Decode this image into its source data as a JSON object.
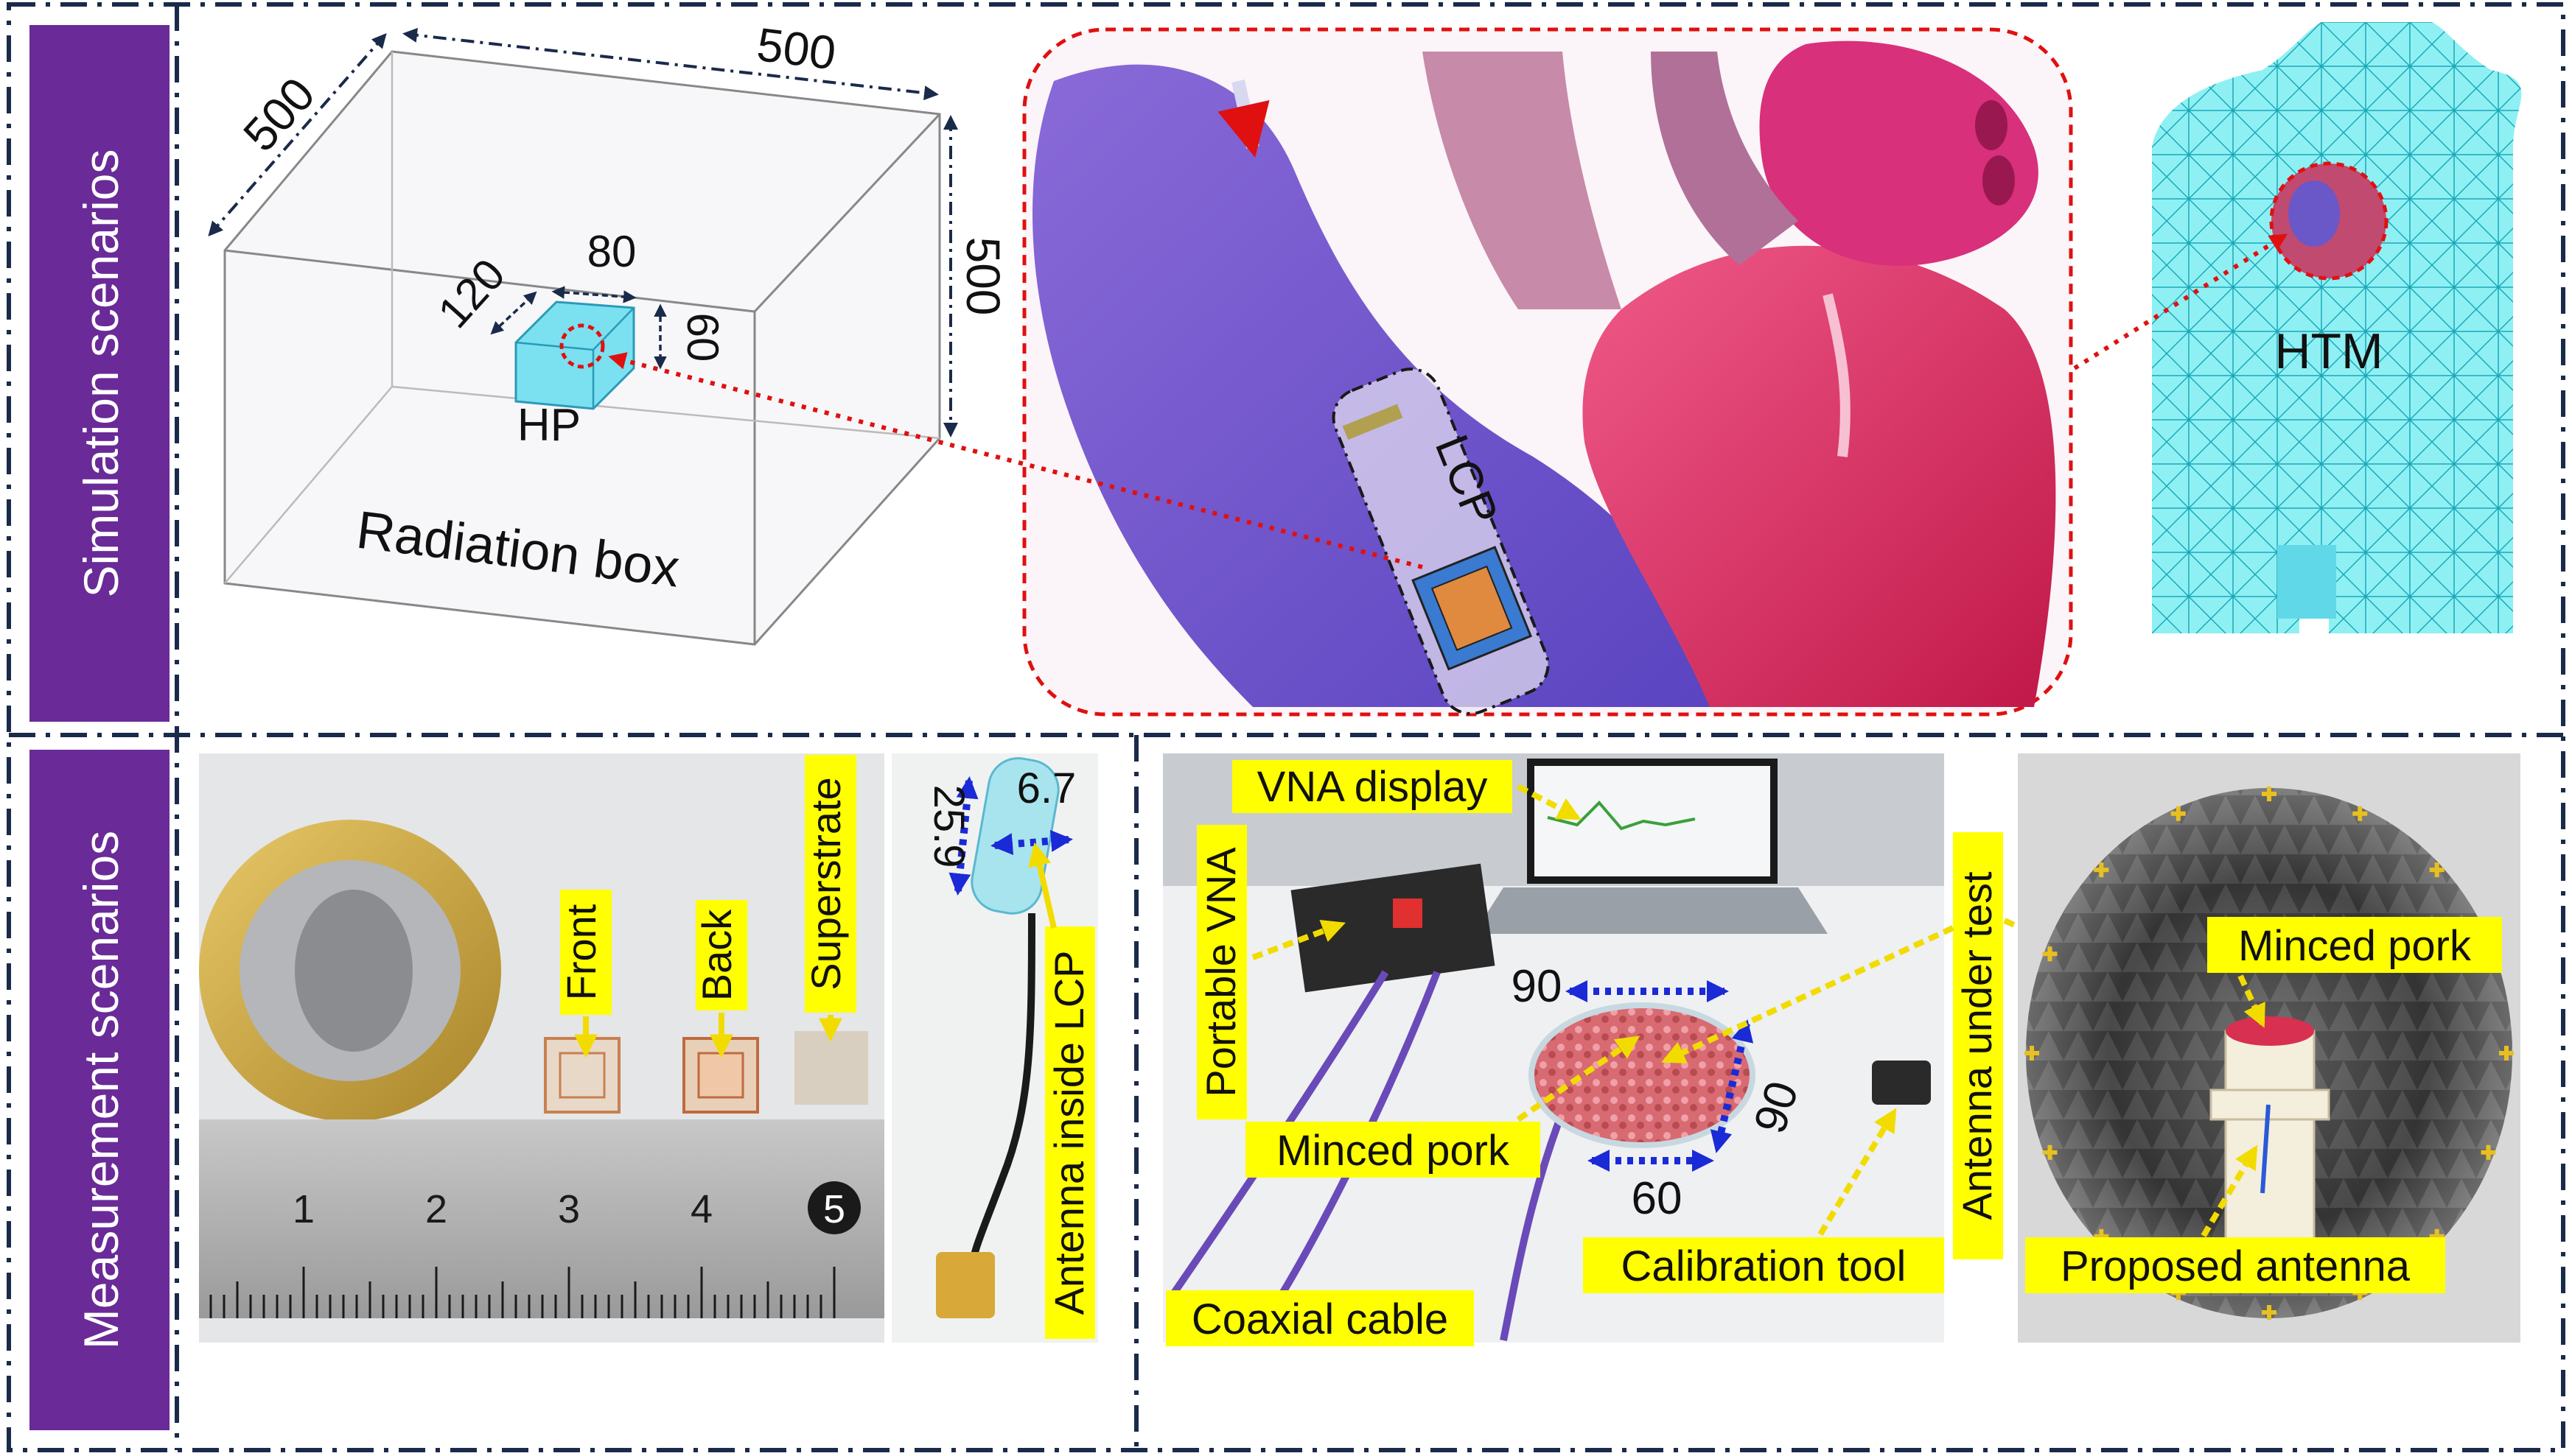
{
  "sections": {
    "simulation": "Simulation scenarios",
    "measurement": "Measurement  scenarios"
  },
  "radiation_box": {
    "dim_depth": "500",
    "dim_width": "500",
    "dim_height": "500",
    "hp_width": "80",
    "hp_depth": "120",
    "hp_height": "60",
    "hp_label": "HP",
    "box_label": "Radiation box"
  },
  "heart": {
    "lcp_label": "LCP"
  },
  "body": {
    "htm_label": "HTM"
  },
  "sample_photo": {
    "front": "Front",
    "back": "Back",
    "superstrate": "Superstrate",
    "ruler": [
      "1",
      "2",
      "3",
      "4",
      "5"
    ]
  },
  "lcp_photo": {
    "length": "25.9",
    "diameter": "6.7",
    "caption": "Antenna inside LCP"
  },
  "vna_photo": {
    "vna_display": "VNA display",
    "portable_vna": "Portable VNA",
    "minced_pork": "Minced pork",
    "coaxial_cable": "Coaxial cable",
    "calibration_tool": "Calibration tool",
    "antenna_under_test": "Antenna under test",
    "dim_top": "90",
    "dim_side": "90",
    "dim_bottom": "60"
  },
  "chamber_photo": {
    "minced_pork": "Minced pork",
    "proposed_antenna": "Proposed antenna"
  },
  "colors": {
    "sidebar": "#6a2a98",
    "frame": "#1a2a4a",
    "highlight": "#ffff00",
    "dotted_red": "#e01010",
    "arrow_blue": "#1a2ad6",
    "arrow_yellow": "#f2dc00"
  }
}
